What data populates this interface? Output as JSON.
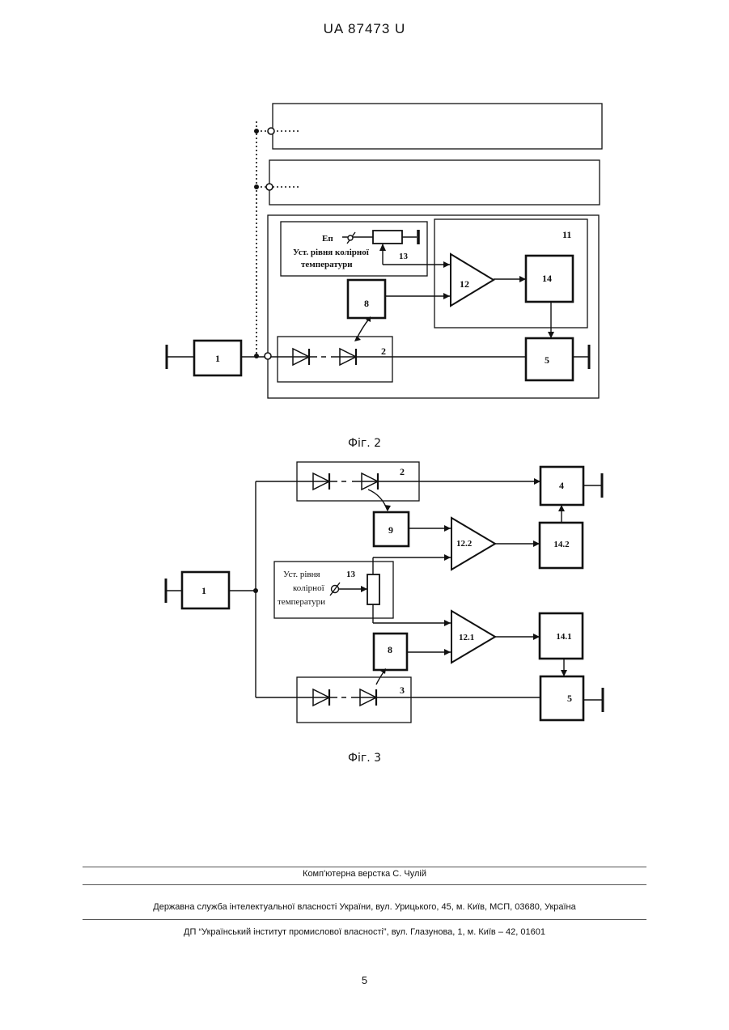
{
  "header": {
    "doc_id": "UA   87473   U"
  },
  "fig2": {
    "caption": "Фіг. 2",
    "text_ep": "Еп",
    "text_setting_1": "Уст. рівня колірної",
    "text_setting_2": "температури",
    "labels": {
      "b1": "1",
      "b2": "2",
      "b5": "5",
      "b8": "8",
      "b11": "11",
      "b12": "12",
      "b13": "13",
      "b14": "14"
    }
  },
  "fig3": {
    "caption": "Фіг. 3",
    "text_setting_1": "Уст. рівня",
    "text_setting_2": "колірної",
    "text_setting_3": "температури",
    "labels": {
      "b1": "1",
      "b2": "2",
      "b3": "3",
      "b4": "4",
      "b5": "5",
      "b8": "8",
      "b9": "9",
      "b13": "13",
      "b12_1": "12.1",
      "b12_2": "12.2",
      "b14_1": "14.1",
      "b14_2": "14.2"
    }
  },
  "footer": {
    "typesetting": "Комп'ютерна верстка С. Чулій",
    "agency": "Державна служба інтелектуальної власності України, вул. Урицького, 45, м. Київ, МСП, 03680, Україна",
    "institute": "ДП “Український інститут промислової власності”, вул. Глазунова, 1, м. Київ – 42, 01601"
  },
  "page_number": "5"
}
